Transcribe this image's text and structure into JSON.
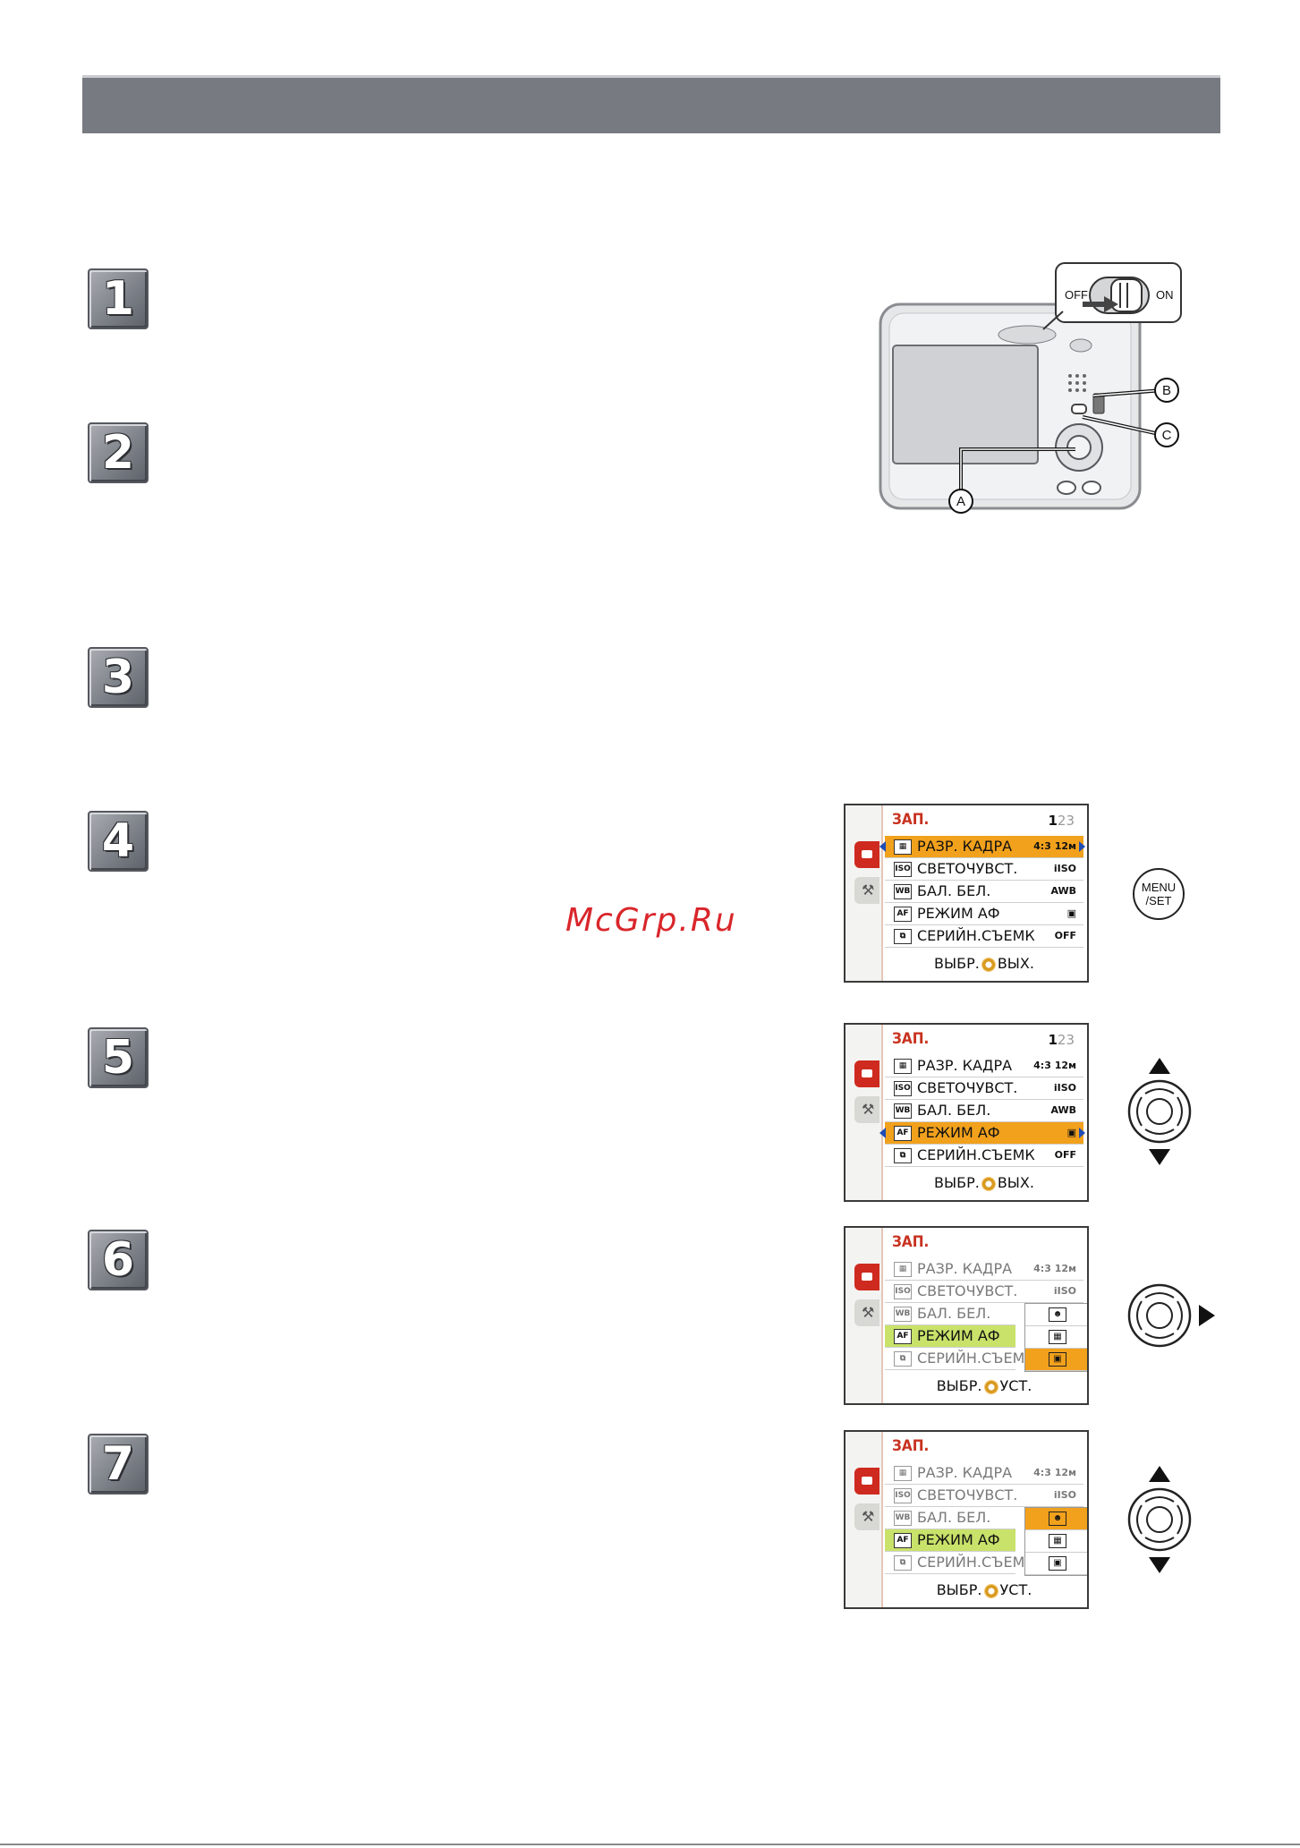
{
  "header": {
    "title": ""
  },
  "steps": [
    "1",
    "2",
    "3",
    "4",
    "5",
    "6",
    "7"
  ],
  "watermark": "McGrp.Ru",
  "camera": {
    "switch_off": "OFF",
    "switch_on": "ON",
    "callout_a": "A",
    "callout_b": "B",
    "callout_c": "C"
  },
  "menu_button": {
    "line1": "MENU",
    "line2": "/SET"
  },
  "lcd": {
    "title": "ЗАП.",
    "page_current": "1",
    "page_rest": "23",
    "items": [
      {
        "icon": "▦",
        "label": "РАЗР. КАДРА",
        "value": "4:3 12м"
      },
      {
        "icon": "ISO",
        "label": "СВЕТОЧУВСТ.",
        "value": "iISO"
      },
      {
        "icon": "WB",
        "label": "БАЛ. БЕЛ.",
        "value": "AWB"
      },
      {
        "icon": "AF",
        "label": "РЕЖИМ АФ",
        "value": "▣"
      },
      {
        "icon": "⧉",
        "label": "СЕРИЙН.СЪЕМК",
        "value": "OFF"
      }
    ],
    "item5_short": "СЕРИЙН.СЪЕМ",
    "footer_select": "ВЫБР.",
    "footer_exit": "ВЫХ.",
    "footer_set": "УСТ.",
    "af_options": [
      "☻",
      "▦",
      "▣"
    ]
  },
  "colors": {
    "highlight": "#f2a11c",
    "selected_green": "#c8e26a",
    "menu_title": "#c8321f",
    "watermark": "#d9262b"
  }
}
